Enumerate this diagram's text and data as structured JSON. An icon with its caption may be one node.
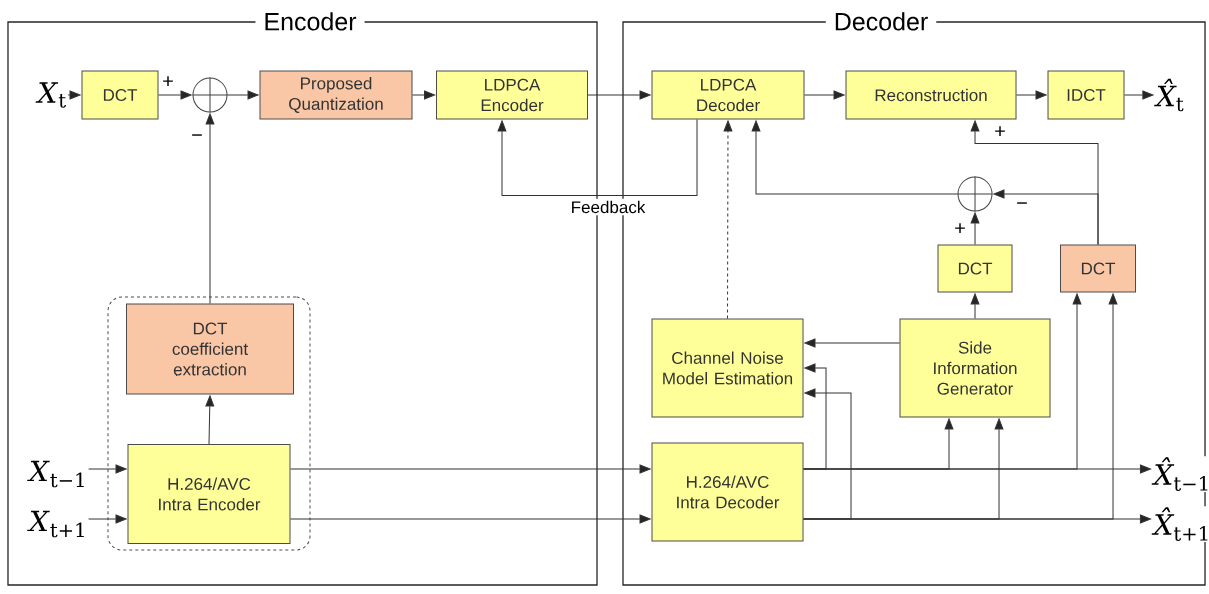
{
  "diagram": {
    "nodes": [
      {
        "text": [
          "Encoder"
        ]
      },
      {
        "text": [
          "Decoder"
        ]
      },
      {
        "text": [
          "*X*$_{t}$"
        ],
        "in": 0
      },
      {
        "text": [
          "DCT"
        ],
        "in": 0
      },
      {
        "text": [],
        "shape": "circle",
        "in": 0
      },
      {
        "text": [
          "Proposed Quantization"
        ],
        "in": 0
      },
      {
        "text": [
          "LDPCA Encoder"
        ],
        "in": 0
      },
      {
        "text": [],
        "shape": "box",
        "in": 0
      },
      {
        "text": [
          "DCT coefficient extraction"
        ],
        "in": 7
      },
      {
        "text": [
          "H.264/AVC Intra Encoder"
        ],
        "in": 7
      },
      {
        "text": [
          "*X*$_{t−1}$"
        ],
        "in": 0
      },
      {
        "text": [
          "*X*$_{t+1}$"
        ],
        "in": 0
      },
      {
        "text": [
          "LDPCA Decoder"
        ],
        "in": 1
      },
      {
        "text": [
          "Reconstruction"
        ],
        "in": 1
      },
      {
        "text": [
          "IDCT"
        ],
        "in": 1
      },
      {
        "text": [
          "*X̂*$_{t}$"
        ],
        "in": 1
      },
      {
        "text": [],
        "shape": "circle",
        "in": 1
      },
      {
        "text": [
          "DCT"
        ],
        "in": 1
      },
      {
        "text": [
          "DCT"
        ],
        "in": 1
      },
      {
        "text": [
          "Channel Noise Model Estimation"
        ],
        "in": 1
      },
      {
        "text": [
          "Side Information Generator"
        ],
        "in": 1
      },
      {
        "text": [
          "H.264/AVC Intra Decoder"
        ],
        "in": 1
      },
      {
        "text": [
          "*X̂*$_{t−1}$"
        ],
        "in": 1
      },
      {
        "text": [
          "*X̂*$_{t+1}$"
        ],
        "in": 1
      }
    ],
    "edges": [
      {
        "from": 2,
        "to": 3,
        "arrow": "to"
      },
      {
        "from": 3,
        "to": 4,
        "arrow": "to"
      },
      {
        "from": 4,
        "to": 5,
        "arrow": "to"
      },
      {
        "from": 5,
        "to": 6,
        "arrow": "to"
      },
      {
        "from": 6,
        "to": 12,
        "arrow": "to"
      },
      {
        "from": 12,
        "to": 6,
        "arrow": "to",
        "label": "Feedback"
      },
      {
        "from": 12,
        "to": 13,
        "arrow": "to"
      },
      {
        "from": 13,
        "to": 14,
        "arrow": "to"
      },
      {
        "from": 14,
        "to": 15,
        "arrow": "to"
      },
      {
        "from": 8,
        "to": 4,
        "arrow": "to"
      },
      {
        "from": 9,
        "to": 8,
        "arrow": "to"
      },
      {
        "from": 10,
        "to": 9,
        "arrow": "to"
      },
      {
        "from": 11,
        "to": 9,
        "arrow": "to"
      },
      {
        "from": 9,
        "to": 21,
        "arrow": "to"
      },
      {
        "from": 9,
        "to": 21,
        "arrow": "to"
      },
      {
        "from": 19,
        "to": 12,
        "arrow": "to",
        "style": "dashed"
      },
      {
        "from": 20,
        "to": 19,
        "arrow": "to"
      },
      {
        "from": 21,
        "to": 19,
        "arrow": "to"
      },
      {
        "from": 21,
        "to": 19,
        "arrow": "to"
      },
      {
        "from": 21,
        "to": 20,
        "arrow": "to"
      },
      {
        "from": 21,
        "to": 20,
        "arrow": "to"
      },
      {
        "from": 21,
        "to": 18,
        "arrow": "to"
      },
      {
        "from": 21,
        "to": 18,
        "arrow": "to"
      },
      {
        "from": 21,
        "to": 22,
        "arrow": "to"
      },
      {
        "from": 21,
        "to": 23,
        "arrow": "to"
      },
      {
        "from": 20,
        "to": 17,
        "arrow": "to"
      },
      {
        "from": 17,
        "to": 16,
        "arrow": "to"
      },
      {
        "from": 18,
        "to": 16,
        "arrow": "to"
      },
      {
        "from": 18,
        "to": 13,
        "arrow": "to"
      },
      {
        "from": 16,
        "to": 12,
        "arrow": "to"
      }
    ],
    "labels": [
      "+",
      "−",
      "+",
      "−",
      "+"
    ]
  }
}
